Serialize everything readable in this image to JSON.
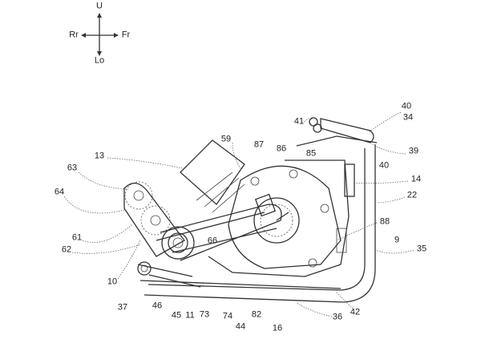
{
  "figure": {
    "compass": {
      "up": "U",
      "rear": "Rr",
      "front": "Fr",
      "low": "Lo"
    },
    "labels": [
      "40",
      "34",
      "41",
      "59",
      "87",
      "86",
      "85",
      "13",
      "39",
      "40",
      "63",
      "14",
      "64",
      "22",
      "88",
      "61",
      "66",
      "9",
      "62",
      "35",
      "10",
      "37",
      "46",
      "45",
      "11",
      "73",
      "74",
      "82",
      "44",
      "16",
      "36",
      "42"
    ]
  }
}
